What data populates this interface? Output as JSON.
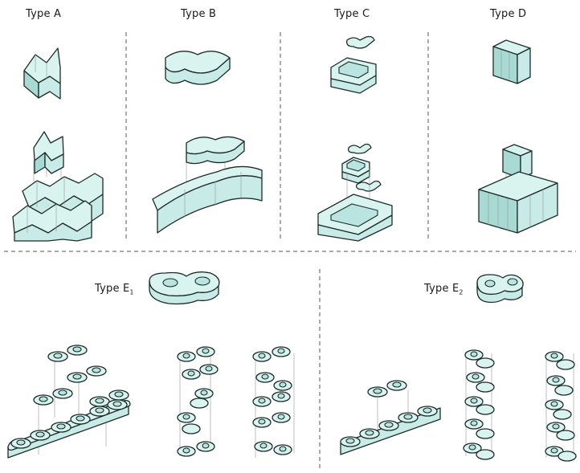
{
  "labels": {
    "type_a": "Type A",
    "type_b": "Type B",
    "type_c": "Type C",
    "type_d": "Type D",
    "type_e1_main": "Type E",
    "type_e1_sub": "1",
    "type_e2_main": "Type E",
    "type_e2_sub": "2"
  },
  "colors": {
    "block_fill": "#c8ebe7",
    "block_outline": "#1d2b2b",
    "divider": "#555555"
  }
}
